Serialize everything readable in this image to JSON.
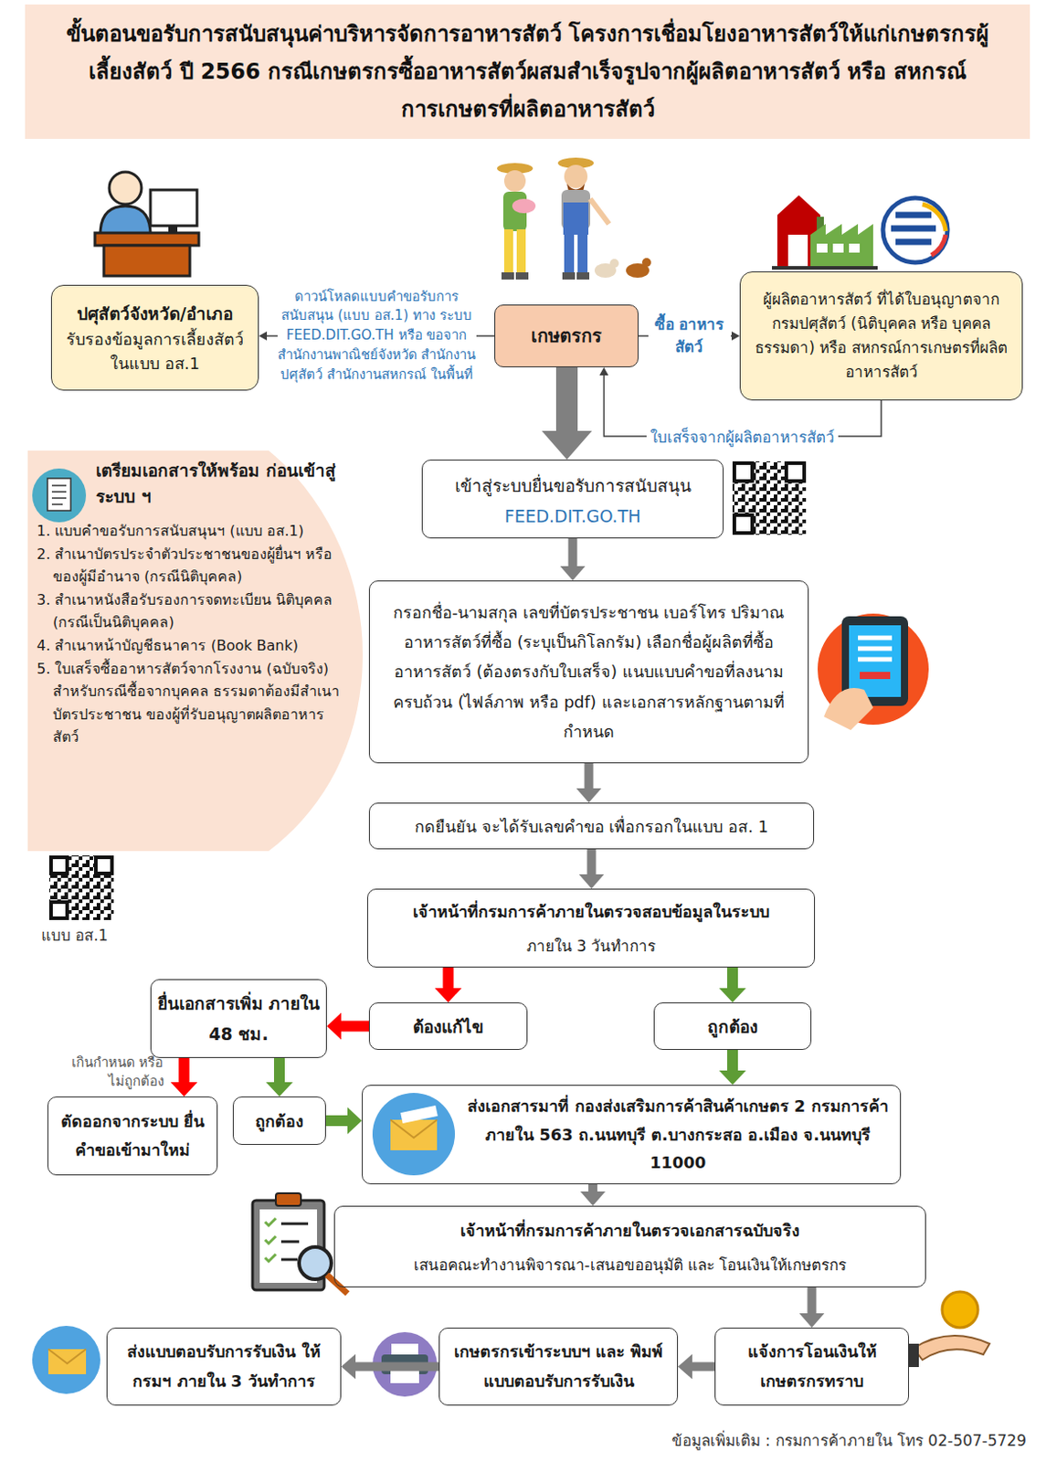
{
  "diagram": {
    "title": "ขั้นตอนขอรับการสนับสนุนค่าบริหารจัดการอาหารสัตว์ โครงการเชื่อมโยงอาหารสัตว์ให้แก่เกษตรกรผู้เลี้ยงสัตว์ ปี 2566 กรณีเกษตรกรซื้ออาหารสัตว์ผสมสำเร็จรูปจากผู้ผลิตอาหารสัตว์ หรือ สหกรณ์การเกษตรที่ผลิตอาหารสัตว์",
    "nodes": [
      {
        "text": [
          "ปศุสัตว์จังหวัด/อำเภอ",
          "รับรองข้อมูลการเลี้ยงสัตว์ ในแบบ อส.1"
        ]
      },
      {
        "text": [
          "เกษตรกร"
        ]
      },
      {
        "text": [
          "ผู้ผลิตอาหารสัตว์ ที่ได้ใบอนุญาตจากกรมปศุสัตว์ (นิติบุคคล หรือ บุคคลธรรมดา) หรือ สหกรณ์การเกษตรที่ผลิตอาหารสัตว์"
        ]
      },
      {
        "text": [
          "เตรียมเอกสารให้พร้อม ก่อนเข้าสู่ระบบ ฯ",
          "1. แบบคำขอรับการสนับสนุนฯ (แบบ อส.1)",
          "2. สำเนาบัตรประจำตัวประชาชนของผู้ยื่นฯ หรือของผู้มีอำนาจ (กรณีนิติบุคคล)",
          "3. สำเนาหนังสือรับรองการจดทะเบียน นิติบุคคล (กรณีเป็นนิติบุคคล)",
          "4. สำเนาหน้าบัญชีธนาคาร (Book Bank)",
          "5. ใบเสร็จซื้ออาหารสัตว์จากโรงงาน (ฉบับจริง) สำหรับกรณีซื้อจากบุคคล ธรรมดาต้องมีสำเนาบัตรประชาชน ของผู้ที่รับอนุญาตผลิตอาหารสัตว์"
        ]
      },
      {
        "text": [
          "เข้าสู่ระบบยื่นขอรับการสนับสนุน",
          "FEED.DIT.GO.TH"
        ]
      },
      {
        "text": [
          "กรอกชื่อ-นามสกุล เลขที่บัตรประชาชน เบอร์โทร ปริมาณอาหารสัตว์ที่ซื้อ (ระบุเป็นกิโลกรัม) เลือกชื่อผู้ผลิตที่ซื้ออาหารสัตว์ (ต้องตรงกับใบเสร็จ) แนบแบบคำขอที่ลงนามครบถ้วน (ไฟล์ภาพ หรือ pdf) และเอกสารหลักฐานตามที่กำหนด"
        ]
      },
      {
        "text": [
          "กดยืนยัน จะได้รับเลขคำขอ เพื่อกรอกในแบบ อส. 1"
        ]
      },
      {
        "text": [
          "เจ้าหน้าที่กรมการค้าภายในตรวจสอบข้อมูลในระบบ",
          "ภายใน 3 วันทำการ"
        ]
      },
      {
        "text": [
          "ต้องแก้ไข"
        ]
      },
      {
        "text": [
          "ถูกต้อง"
        ]
      },
      {
        "text": [
          "ยื่นเอกสารเพิ่ม ภายใน 48 ชม."
        ]
      },
      {
        "text": [
          "ตัดออกจากระบบ ยื่นคำขอเข้ามาใหม่"
        ]
      },
      {
        "text": [
          "ถูกต้อง"
        ]
      },
      {
        "text": [
          "ส่งเอกสารมาที่ กองส่งเสริมการค้าสินค้าเกษตร 2 กรมการค้าภายใน 563 ถ.นนทบุรี ต.บางกระสอ อ.เมือง จ.นนทบุรี 11000"
        ]
      },
      {
        "text": [
          "เจ้าหน้าที่กรมการค้าภายในตรวจเอกสารฉบับจริง",
          "เสนอคณะทำงานพิจารณา-เสนอขออนุมัติ และ โอนเงินให้เกษตรกร"
        ]
      },
      {
        "text": [
          "แจ้งการโอนเงินให้ เกษตรกรทราบ"
        ]
      },
      {
        "text": [
          "เกษตรกรเข้าระบบฯ และ พิมพ์แบบตอบรับการรับเงิน"
        ]
      },
      {
        "text": [
          "ส่งแบบตอบรับการรับเงิน ให้กรมฯ ภายใน 3 วันทำการ"
        ]
      }
    ],
    "edges": [
      {
        "from": 1,
        "to": 0,
        "arrow": "to",
        "label": "ดาวน์โหลดแบบคำขอรับการ สนับสนุน (แบบ อส.1) ทาง ระบบ FEED.DIT.GO.TH หรือ ขอจากสำนักงานพาณิชย์จังหวัด สำนักงานปศุสัตว์ สำนักงานสหกรณ์ ในพื้นที่"
      },
      {
        "from": 1,
        "to": 2,
        "arrow": "to",
        "label": "ซื้อ อาหารสัตว์"
      },
      {
        "from": 2,
        "to": 1,
        "arrow": "to",
        "label": "ใบเสร็จจากผู้ผลิตอาหารสัตว์"
      },
      {
        "from": 1,
        "to": 4,
        "arrow": "to"
      },
      {
        "from": 4,
        "to": 5,
        "arrow": "to"
      },
      {
        "from": 5,
        "to": 6,
        "arrow": "to"
      },
      {
        "from": 6,
        "to": 7,
        "arrow": "to"
      },
      {
        "from": 7,
        "to": 8,
        "arrow": "to"
      },
      {
        "from": 7,
        "to": 9,
        "arrow": "to"
      },
      {
        "from": 8,
        "to": 10,
        "arrow": "to"
      },
      {
        "from": 10,
        "to": 11,
        "arrow": "to",
        "label": "เกินกำหนด หรือไม่ถูกต้อง"
      },
      {
        "from": 10,
        "to": 12,
        "arrow": "to"
      },
      {
        "from": 12,
        "to": 13,
        "arrow": "to"
      },
      {
        "from": 9,
        "to": 13,
        "arrow": "to"
      },
      {
        "from": 13,
        "to": 14,
        "arrow": "to"
      },
      {
        "from": 14,
        "to": 15,
        "arrow": "to"
      },
      {
        "from": 15,
        "to": 16,
        "arrow": "to"
      },
      {
        "from": 16,
        "to": 17,
        "arrow": "to"
      }
    ],
    "labels": [
      "แบบ อส.1",
      "ข้อมูลเพิ่มเติม : กรมการค้าภายใน โทร 02-507-5729"
    ]
  }
}
